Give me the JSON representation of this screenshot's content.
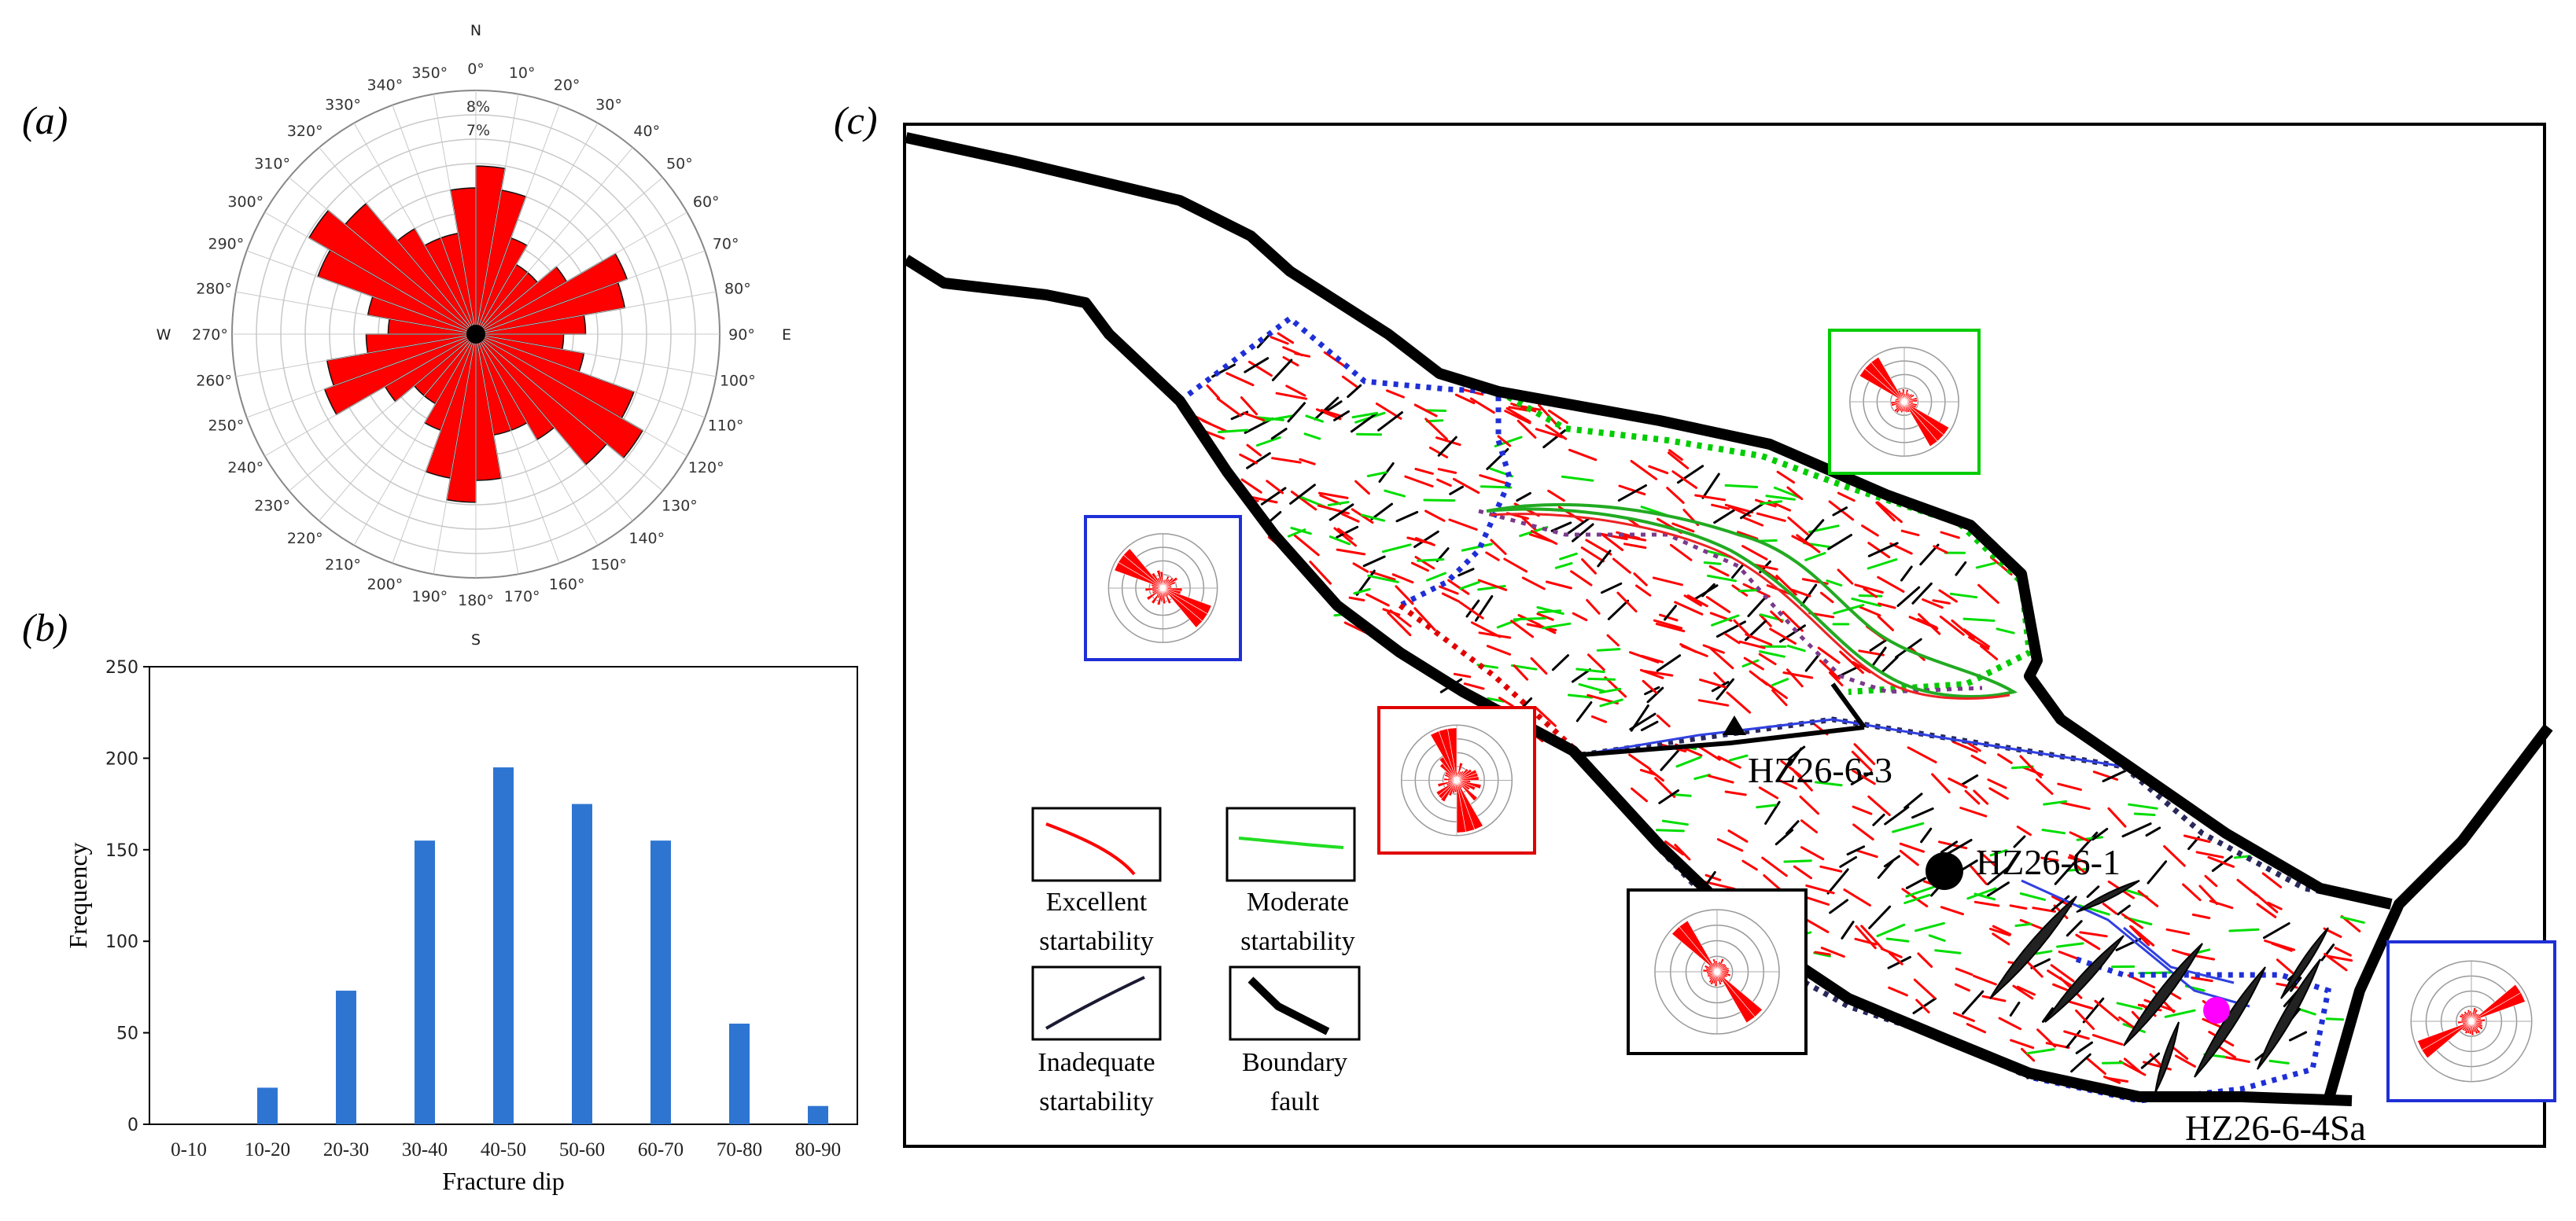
{
  "panels": {
    "a": "(a)",
    "b": "(b)",
    "c": "(c)"
  },
  "rose": {
    "directions": {
      "n": "N",
      "s": "S",
      "e": "E",
      "w": "W"
    },
    "angle_labels": [
      "0°",
      "10°",
      "20°",
      "30°",
      "40°",
      "50°",
      "60°",
      "70°",
      "80°",
      "90°",
      "100°",
      "110°",
      "120°",
      "130°",
      "140°",
      "150°",
      "160°",
      "170°",
      "180°",
      "190°",
      "200°",
      "210°",
      "220°",
      "230°",
      "240°",
      "250°",
      "260°",
      "270°",
      "280°",
      "290°",
      "300°",
      "310°",
      "320°",
      "330°",
      "340°",
      "350°"
    ],
    "percent_labels": [
      "8%",
      "7%"
    ]
  },
  "colors": {
    "rose_fill": "#ff0000",
    "bar_fill": "#2e75d2",
    "excellent": "#ff0000",
    "moderate": "#00dd00",
    "inadequate": "#000000",
    "boundary_blue": "#1f2fd6",
    "well_marker": "#ff00ff"
  },
  "chart_data": [
    {
      "type": "rose",
      "bin_width_deg": 10,
      "bins_start_deg": [
        0,
        10,
        20,
        30,
        40,
        50,
        60,
        70,
        80,
        90,
        100,
        110,
        120,
        130,
        140,
        150,
        160,
        170,
        180,
        190,
        200,
        210,
        220,
        230,
        240,
        250,
        260,
        270,
        280,
        290,
        300,
        310,
        320,
        330,
        340,
        350
      ],
      "values": [
        6.9,
        6.0,
        4.2,
        3.3,
        3.3,
        4.3,
        6.6,
        6.2,
        4.5,
        3.6,
        4.5,
        6.9,
        7.9,
        7.0,
        5.0,
        4.2,
        4.2,
        6.0,
        6.9,
        6.0,
        4.2,
        3.3,
        3.3,
        4.3,
        6.6,
        6.2,
        4.5,
        3.6,
        4.5,
        6.9,
        7.9,
        7.0,
        5.0,
        4.2,
        4.2,
        6.0
      ],
      "rmax": 10
    },
    {
      "type": "bar",
      "categories": [
        "0-10",
        "10-20",
        "20-30",
        "30-40",
        "40-50",
        "50-60",
        "60-70",
        "70-80",
        "80-90"
      ],
      "values": [
        0,
        20,
        73,
        155,
        195,
        175,
        155,
        55,
        10
      ],
      "xlabel": "Fracture dip",
      "ylabel": "Frequency",
      "ylim": [
        0,
        250
      ],
      "yticks": [
        0,
        50,
        100,
        150,
        200,
        250
      ]
    }
  ],
  "map": {
    "wells": [
      "HZ26-6-3",
      "HZ26-6-1",
      "HZ26-6-4Sa"
    ],
    "legend": [
      {
        "line1": "Excellent",
        "line2": "startability"
      },
      {
        "line1": "Moderate",
        "line2": "startability"
      },
      {
        "line1": "Inadequate",
        "line2": "startability"
      },
      {
        "line1": "Boundary",
        "line2": "fault"
      }
    ]
  }
}
